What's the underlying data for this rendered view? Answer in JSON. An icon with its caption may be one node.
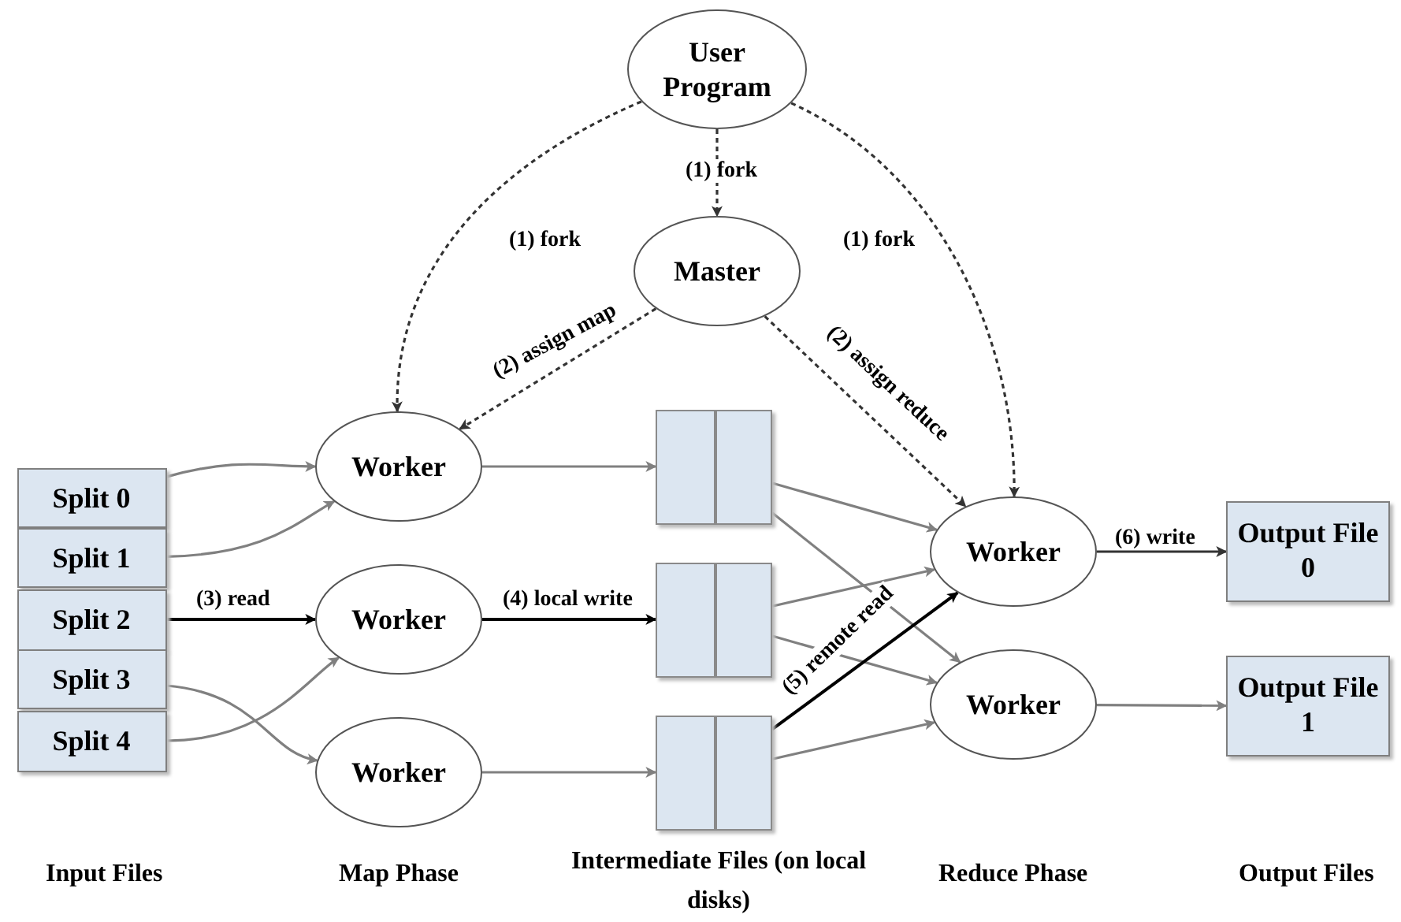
{
  "diagram": {
    "nodes": [
      {
        "text": [
          "User Program"
        ]
      },
      {
        "text": [
          "Master"
        ]
      },
      {
        "text": [
          "Split 0"
        ]
      },
      {
        "text": [
          "Split 1"
        ]
      },
      {
        "text": [
          "Split 2"
        ]
      },
      {
        "text": [
          "Split 3"
        ]
      },
      {
        "text": [
          "Split 4"
        ]
      },
      {
        "text": [
          "Worker"
        ]
      },
      {
        "text": [
          "Worker"
        ]
      },
      {
        "text": [
          "Worker"
        ]
      },
      {
        "text": [],
        "shape": "box"
      },
      {
        "text": [],
        "shape": "box"
      },
      {
        "text": [],
        "shape": "box"
      },
      {
        "text": [
          "Worker"
        ]
      },
      {
        "text": [
          "Worker"
        ]
      },
      {
        "text": [
          "Output File 0"
        ]
      },
      {
        "text": [
          "Output File 1"
        ]
      }
    ],
    "edges": [
      {
        "from": 0,
        "to": 1,
        "arrow": "to",
        "label": "(1) fork",
        "style": "dashed",
        "color": "#333333"
      },
      {
        "from": 0,
        "to": 7,
        "arrow": "to",
        "label": "(1) fork",
        "style": "dashed",
        "color": "#333333"
      },
      {
        "from": 0,
        "to": 13,
        "arrow": "to",
        "label": "(1) fork",
        "style": "dashed",
        "color": "#333333"
      },
      {
        "from": 1,
        "to": 7,
        "arrow": "to",
        "label": "(2) assign map",
        "style": "dashed",
        "color": "#333333"
      },
      {
        "from": 1,
        "to": 13,
        "arrow": "to",
        "label": "(2) assign reduce",
        "style": "dashed",
        "color": "#333333"
      },
      {
        "from": 2,
        "to": 7,
        "arrow": "to"
      },
      {
        "from": 3,
        "to": 7,
        "arrow": "to"
      },
      {
        "from": 4,
        "to": 8,
        "arrow": "to",
        "label": "(3) read",
        "color": "#000000"
      },
      {
        "from": 5,
        "to": 9,
        "arrow": "to"
      },
      {
        "from": 6,
        "to": 8,
        "arrow": "to"
      },
      {
        "from": 7,
        "to": 10,
        "arrow": "to"
      },
      {
        "from": 8,
        "to": 11,
        "arrow": "to",
        "label": "(4) local write",
        "color": "#000000"
      },
      {
        "from": 9,
        "to": 12,
        "arrow": "to"
      },
      {
        "from": 10,
        "to": 13,
        "arrow": "to"
      },
      {
        "from": 10,
        "to": 14,
        "arrow": "to"
      },
      {
        "from": 11,
        "to": 13,
        "arrow": "to"
      },
      {
        "from": 11,
        "to": 14,
        "arrow": "to"
      },
      {
        "from": 12,
        "to": 13,
        "arrow": "to",
        "label": "(5) remote read",
        "color": "#000000"
      },
      {
        "from": 12,
        "to": 14,
        "arrow": "to"
      },
      {
        "from": 13,
        "to": 15,
        "arrow": "to",
        "label": "(6) write",
        "color": "#333333"
      },
      {
        "from": 14,
        "to": 16,
        "arrow": "to"
      }
    ],
    "labels": [
      "Input Files",
      "Map Phase",
      "Intermediate Files (on local disks)",
      "Reduce Phase",
      "Output Files"
    ]
  }
}
